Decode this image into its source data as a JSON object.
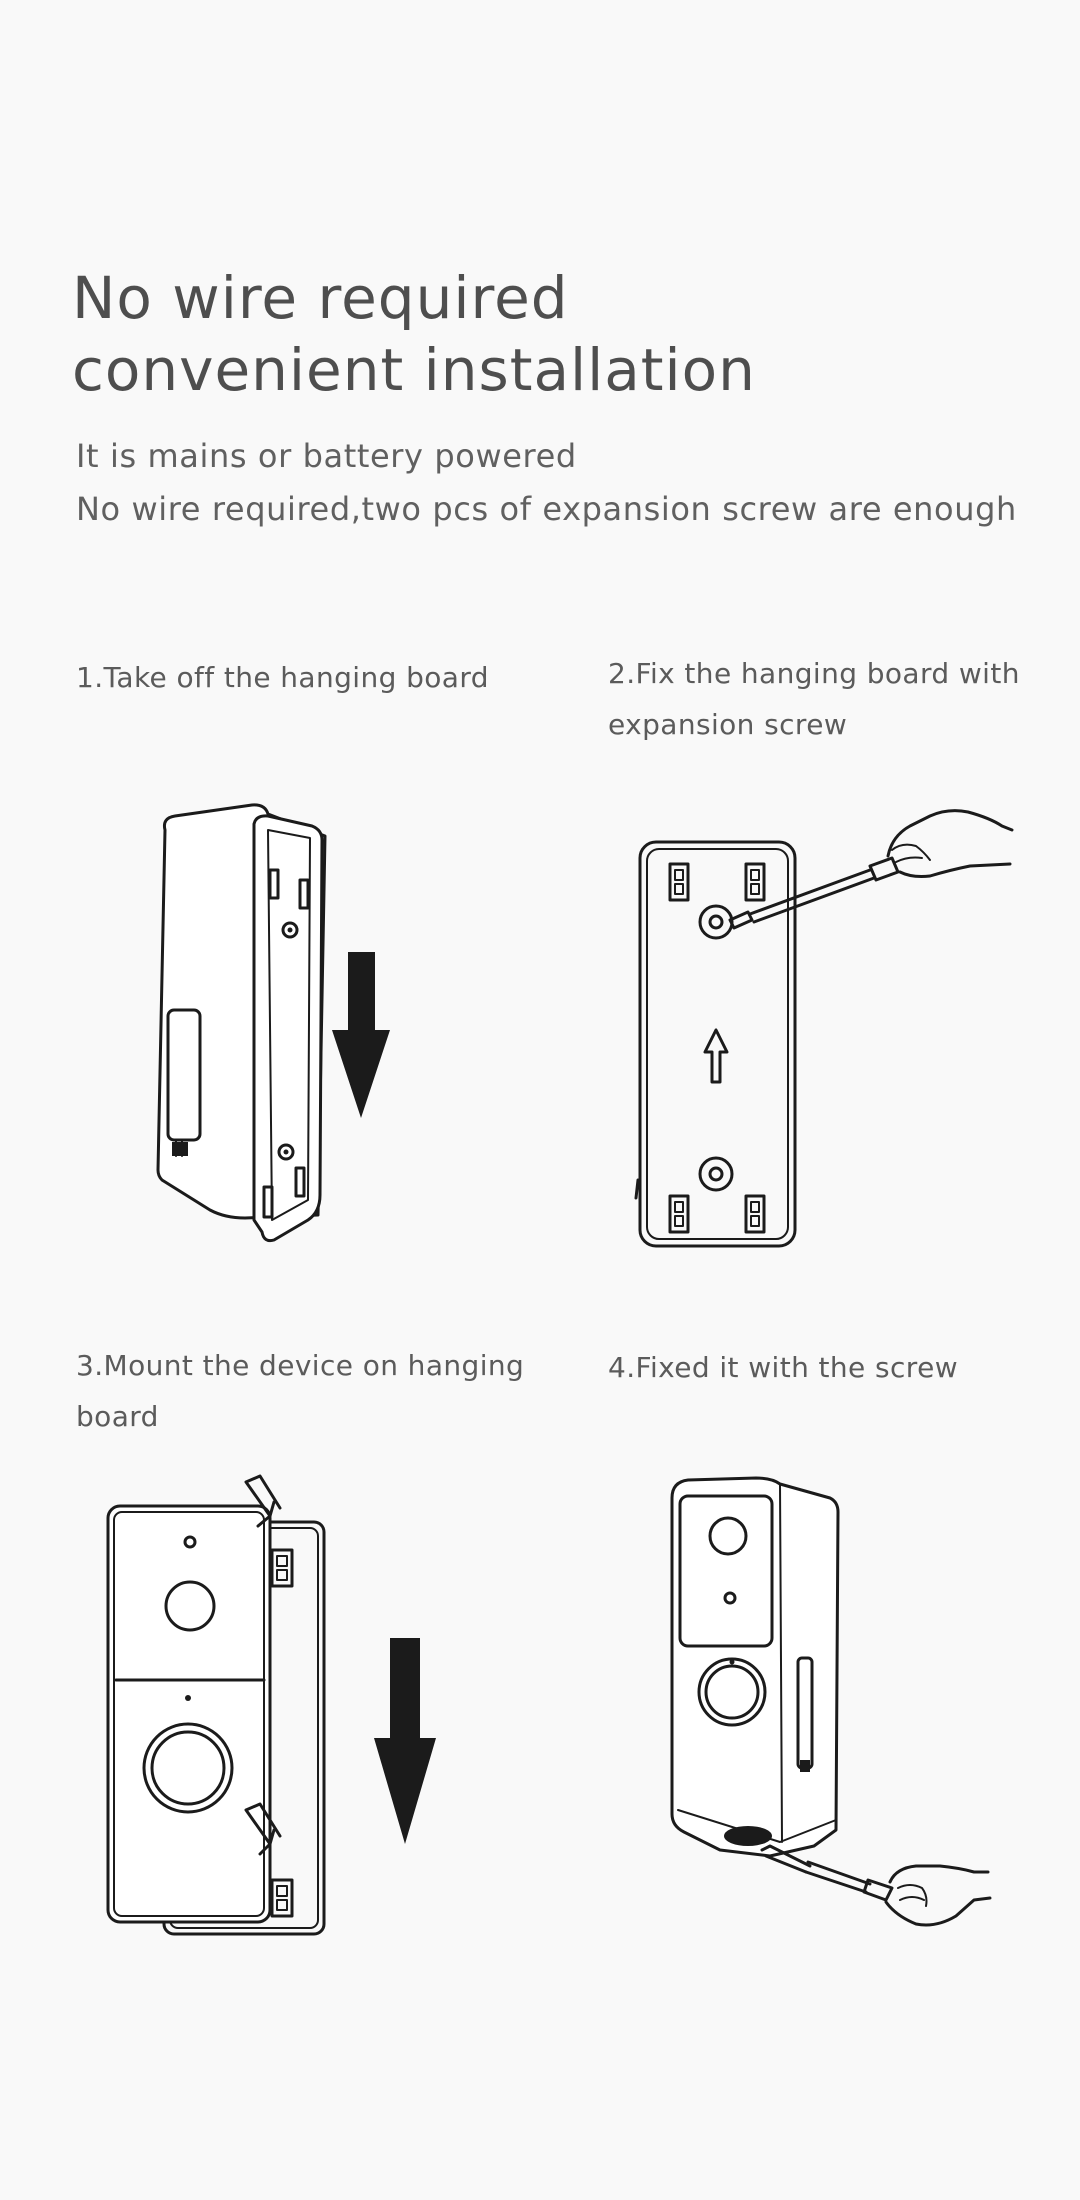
{
  "heading": {
    "line1": "No wire required",
    "line2": "convenient installation"
  },
  "subheading": {
    "line1": "It is mains or battery powered",
    "line2": "No wire required,two pcs of expansion screw are enough"
  },
  "steps": [
    {
      "label": "1.Take off the hanging board"
    },
    {
      "label": "2.Fix the hanging board with expansion screw"
    },
    {
      "label": "3.Mount the device on hanging board"
    },
    {
      "label": "4.Fixed it with the screw"
    }
  ],
  "illustrations": [
    {
      "icon": "hanging-board-removal-illustration",
      "arrow": "down-arrow-icon"
    },
    {
      "icon": "screwdriver-fixing-board-illustration",
      "arrow": "up-arrow-icon"
    },
    {
      "icon": "mount-device-illustration",
      "arrow": "down-arrow-icon"
    },
    {
      "icon": "screwdriver-fixing-device-illustration"
    }
  ],
  "colors": {
    "background": "#f9f9f9",
    "text": "#555555",
    "line_art": "#1b1b1b"
  }
}
